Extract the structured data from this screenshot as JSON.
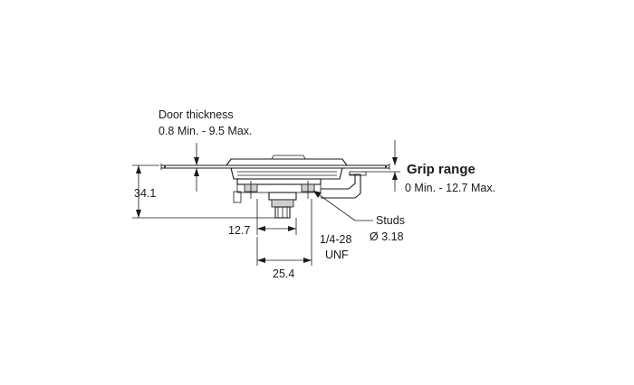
{
  "labels": {
    "door_thickness_title": "Door thickness",
    "door_thickness_range": "0.8  Min. - 9.5  Max.",
    "grip_range_title": "Grip range",
    "grip_range_values": "0  Min. - 12.7  Max.",
    "height_dim": "34.1",
    "stud_spacing_dim": "12.7",
    "overall_width_dim": "25.4",
    "thread_spec": "1/4-28",
    "thread_standard": "UNF",
    "studs_label": "Studs",
    "stud_diameter": "Ø 3.18"
  },
  "colors": {
    "line": "#1a1a1a",
    "fill": "#cfcfcf",
    "background": "#ffffff"
  }
}
